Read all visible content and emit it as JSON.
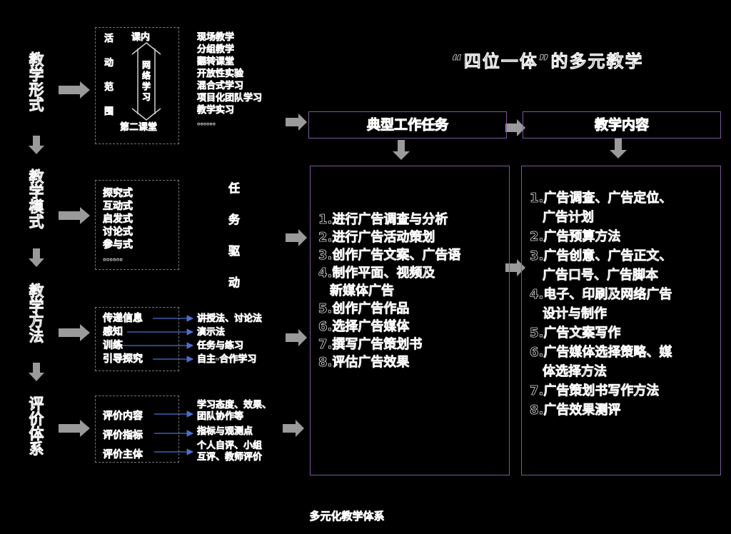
{
  "title": "“四位一体”的多元教学",
  "caption": "多元化教学体系",
  "left_labels": [
    "教学形式",
    "教学模式",
    "教学方法",
    "评价体系"
  ],
  "activity": {
    "vertical": [
      "活",
      "动",
      "范",
      "围"
    ],
    "top": "课内",
    "bottom": "第二课堂",
    "middle": "网络学习",
    "forms": [
      "现场教学",
      "分组教学",
      "翻转课堂",
      "开放性实验",
      "混合式学习",
      "项目化团队学习",
      "教学实习",
      "……"
    ]
  },
  "modes": {
    "items": [
      "探究式",
      "互动式",
      "启发式",
      "讨论式",
      "参与式",
      "……"
    ],
    "task_driven": [
      "任",
      "务",
      "驱",
      "动"
    ]
  },
  "methods": {
    "rows": [
      {
        "left": "传递信息",
        "right": "讲授法、讨论法"
      },
      {
        "left": "感知",
        "right": "演示法"
      },
      {
        "left": "训练",
        "right": "任务与练习"
      },
      {
        "left": "引导探究",
        "right": "自主-合作学习"
      }
    ]
  },
  "evaluation": {
    "rows": [
      {
        "left": "评价内容",
        "right1": "学习态度、效果、",
        "right2": "团队协作等"
      },
      {
        "left": "评价指标",
        "right1": "指标与观测点",
        "right2": ""
      },
      {
        "left": "评价主体",
        "right1": "个人自评、小组",
        "right2": "互评、教师评价"
      }
    ]
  },
  "typical_tasks": {
    "header": "典型工作任务",
    "items": [
      "1.进行广告调查与分析",
      "2.进行广告活动策划",
      "3.创作广告文案、广告语",
      "4.制作平面、视频及",
      "新媒体广告",
      "5.创作广告作品",
      "6.选择广告媒体",
      "7.撰写广告策划书",
      "8.评估广告效果"
    ]
  },
  "content": {
    "header": "教学内容",
    "items": [
      "1.广告调查、广告定位、",
      "广告计划",
      "2.广告预算方法",
      "3.广告创意、广告正文、",
      "广告口号、广告脚本",
      "4.电子、印刷及网络广告",
      "设计与制作",
      "5.广告文案写作",
      "6.广告媒体选择策略、媒",
      "体选择方法",
      "7.广告策划书写作方法",
      "8.广告效果测评"
    ]
  }
}
